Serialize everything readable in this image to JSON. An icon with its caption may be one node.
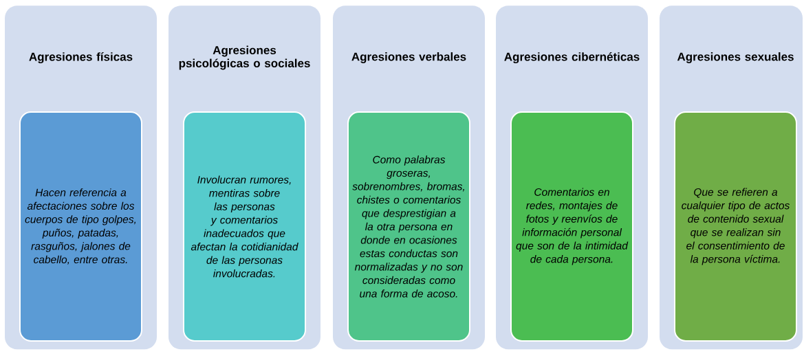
{
  "diagram": {
    "nodes": [
      {
        "text": [
          "Agresiones físicas"
        ]
      },
      {
        "text": [
          "Hacen referencia a afectaciones sobre los cuerpos de tipo golpes, puños, patadas, rasguños, jalones de cabello, entre otras."
        ],
        "in": 0
      },
      {
        "text": [
          "Agresiones psicológicas o sociales"
        ]
      },
      {
        "text": [
          "Involucran rumores, mentiras sobre las personas y comentarios inadecuados que afectan la cotidianidad de las personas involucradas."
        ],
        "in": 2
      },
      {
        "text": [
          "Agresiones verbales"
        ]
      },
      {
        "text": [
          "Como palabras groseras, sobrenombres, bromas, chistes o comentarios que desprestigian a la otra persona en donde en ocasiones estas conductas son normalizadas y no son consideradas como una forma de acoso."
        ],
        "in": 4
      },
      {
        "text": [
          "Agresiones cibernéticas"
        ]
      },
      {
        "text": [
          "Comentarios en redes, montajes de fotos y reenvíos de información personal que son de la intimidad de cada persona."
        ],
        "in": 6
      },
      {
        "text": [
          "Agresiones sexuales"
        ]
      },
      {
        "text": [
          "Que se refieren a cualquier tipo de actos de contenido sexual que se realizan sin el consentimiento de la persona víctima."
        ],
        "in": 8
      }
    ]
  }
}
